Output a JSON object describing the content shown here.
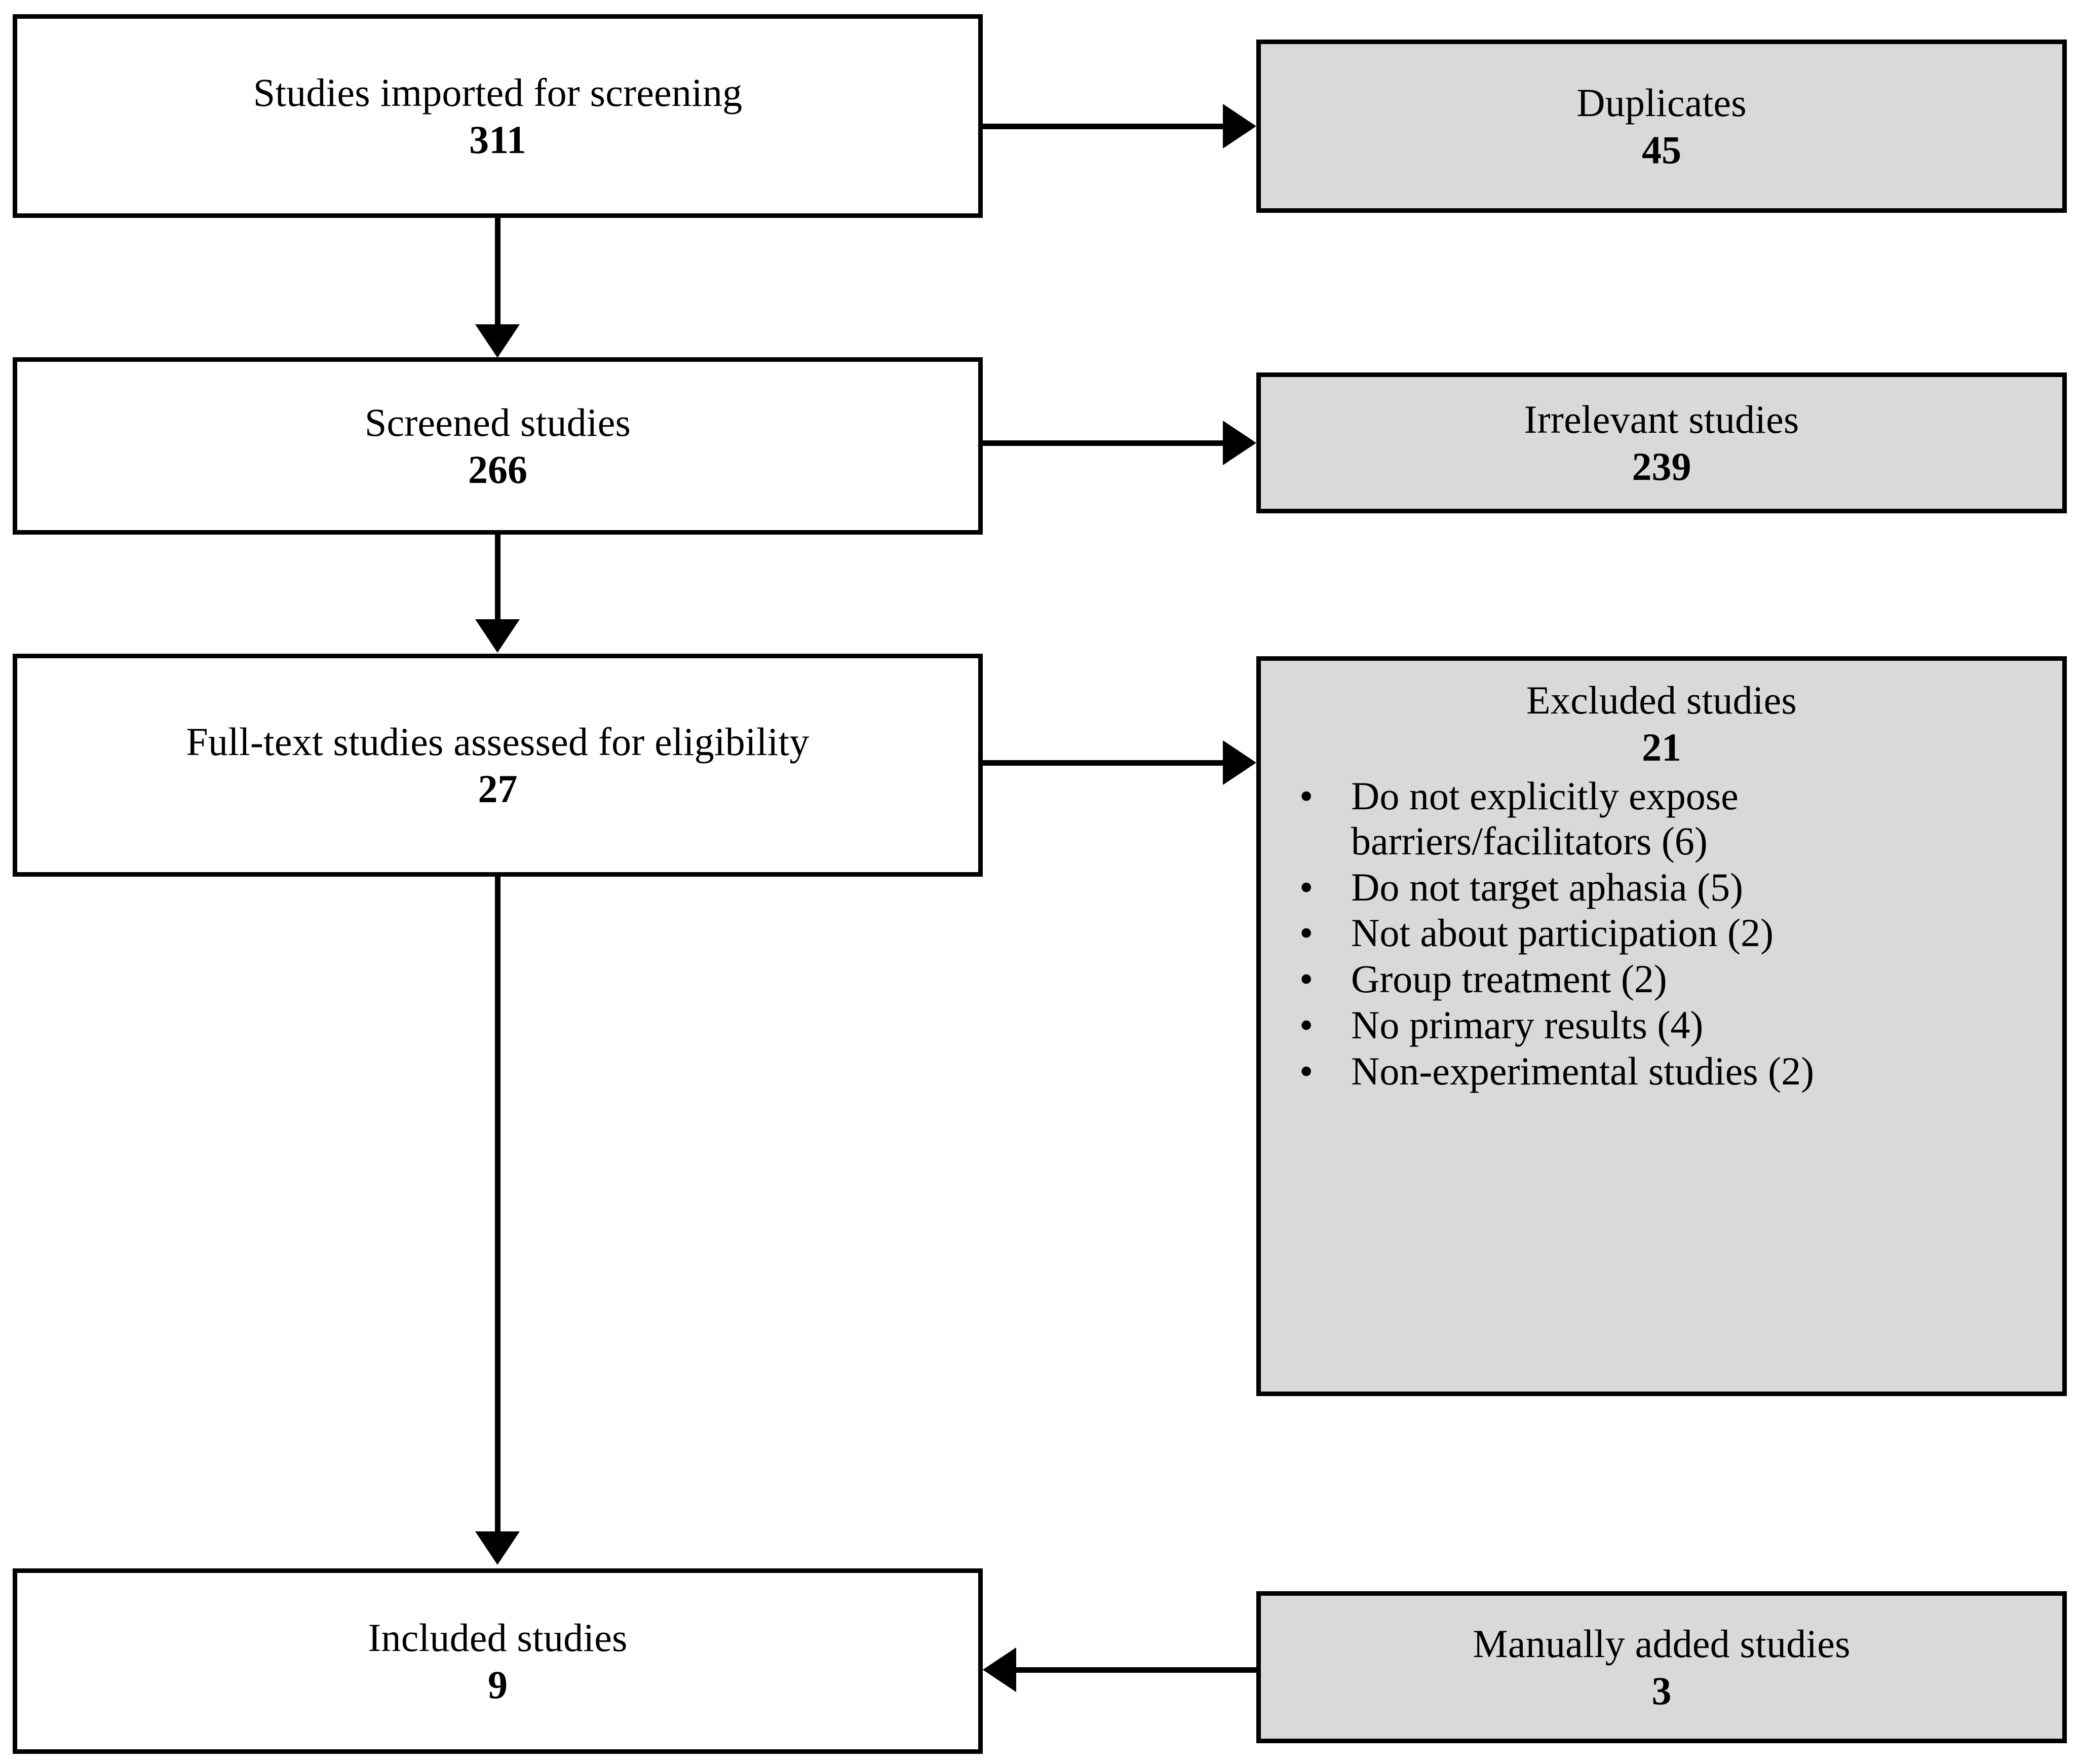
{
  "diagram": {
    "type": "prisma-flow-diagram",
    "colors": {
      "box_border": "#000000",
      "box_fill_primary": "#ffffff",
      "box_fill_secondary": "#d9d9d9",
      "text": "#000000",
      "connector": "#000000"
    },
    "nodes": {
      "imported": {
        "label": "Studies imported for screening",
        "count": "311"
      },
      "duplicates": {
        "label": "Duplicates",
        "count": "45"
      },
      "screened": {
        "label": "Screened studies",
        "count": "266"
      },
      "irrelevant": {
        "label": "Irrelevant studies",
        "count": "239"
      },
      "fulltext": {
        "label": "Full-text studies assessed for eligibility",
        "count": "27"
      },
      "excluded": {
        "label": "Excluded studies",
        "count": "21",
        "bullet": "•",
        "reasons": [
          "Do not explicitly expose barriers/facilitators (6)",
          "Do not target aphasia (5)",
          "Not about participation (2)",
          "Group treatment (2)",
          "No primary results (4)",
          "Non-experimental studies (2)"
        ]
      },
      "included": {
        "label": "Included studies",
        "count": "9"
      },
      "manual": {
        "label": "Manually added studies",
        "count": "3"
      }
    },
    "connectors": [
      {
        "from": "imported",
        "to": "duplicates",
        "direction": "right"
      },
      {
        "from": "imported",
        "to": "screened",
        "direction": "down"
      },
      {
        "from": "screened",
        "to": "irrelevant",
        "direction": "right"
      },
      {
        "from": "screened",
        "to": "fulltext",
        "direction": "down"
      },
      {
        "from": "fulltext",
        "to": "excluded",
        "direction": "right"
      },
      {
        "from": "fulltext",
        "to": "included",
        "direction": "down"
      },
      {
        "from": "manual",
        "to": "included",
        "direction": "left"
      }
    ]
  }
}
